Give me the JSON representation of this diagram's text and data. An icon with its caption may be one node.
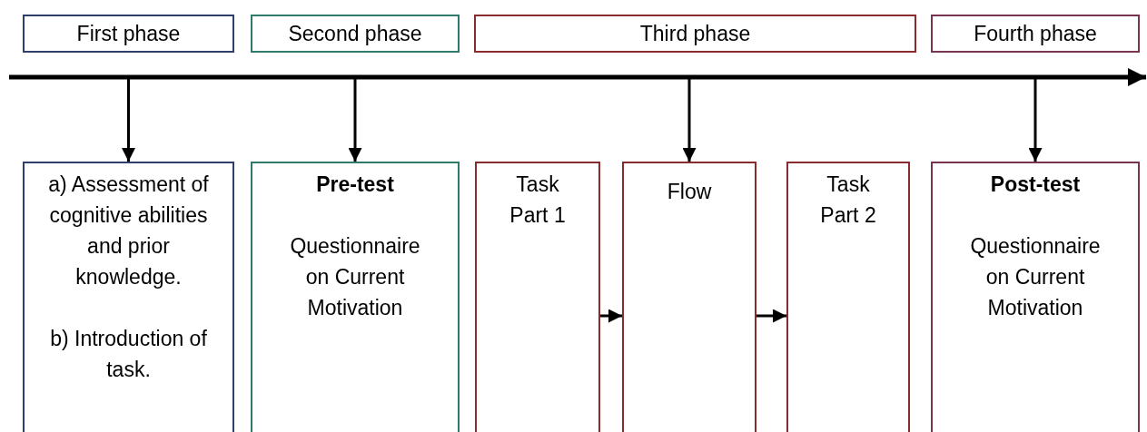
{
  "diagram": {
    "nodes": [
      {
        "text": [
          "First phase"
        ]
      },
      {
        "text": [
          "Second phase"
        ]
      },
      {
        "text": [
          "Third phase"
        ]
      },
      {
        "text": [
          "Fourth phase"
        ]
      },
      {
        "text": [
          "a) Assessment of cognitive abilities and prior knowledge.",
          "b) Introduction of task."
        ]
      },
      {
        "text": [
          "Pre-test",
          "Questionnaire on Current Motivation"
        ]
      },
      {
        "text": [
          "Task Part 1"
        ]
      },
      {
        "text": [
          "Flow"
        ]
      },
      {
        "text": [
          "Task Part 2"
        ]
      },
      {
        "text": [
          "Post-test",
          "Questionnaire on Current Motivation"
        ]
      }
    ],
    "edges": [
      {
        "from": null,
        "to": 4,
        "arrow": "to"
      },
      {
        "from": null,
        "to": 5,
        "arrow": "to"
      },
      {
        "from": null,
        "to": 7,
        "arrow": "to"
      },
      {
        "from": null,
        "to": 9,
        "arrow": "to"
      },
      {
        "from": 6,
        "to": 7,
        "arrow": "to"
      },
      {
        "from": 7,
        "to": 8,
        "arrow": "to"
      }
    ]
  }
}
